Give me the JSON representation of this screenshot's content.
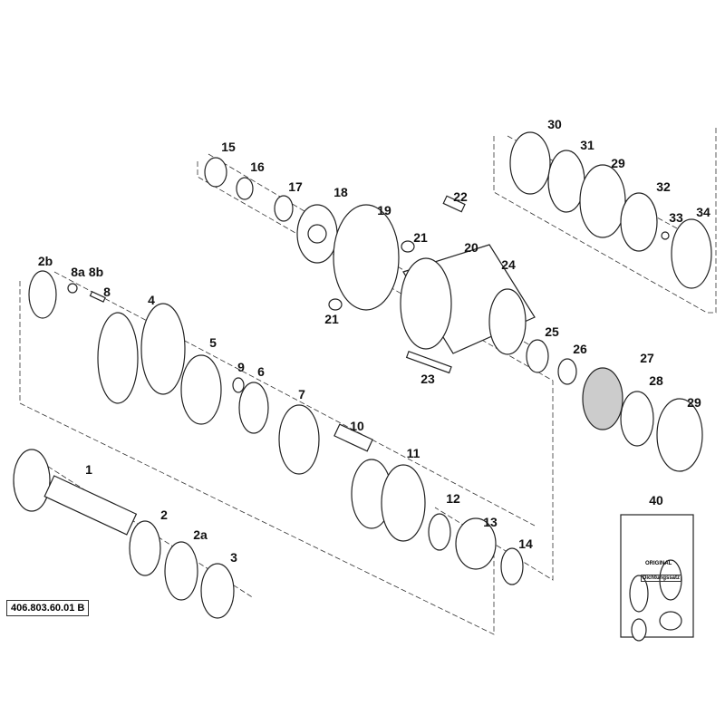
{
  "drawing_code": "406.803.60.01 B",
  "kit": {
    "number": "40",
    "brand": "ORIGINAL",
    "name": "Dichtungssatz"
  },
  "labels": [
    {
      "id": "15"
    },
    {
      "id": "16"
    },
    {
      "id": "17"
    },
    {
      "id": "18"
    },
    {
      "id": "19"
    },
    {
      "id": "22"
    },
    {
      "id": "21"
    },
    {
      "id": "20"
    },
    {
      "id": "24"
    },
    {
      "id": "21"
    },
    {
      "id": "23"
    },
    {
      "id": "25"
    },
    {
      "id": "26"
    },
    {
      "id": "27"
    },
    {
      "id": "28"
    },
    {
      "id": "29"
    },
    {
      "id": "30"
    },
    {
      "id": "31"
    },
    {
      "id": "29"
    },
    {
      "id": "32"
    },
    {
      "id": "33"
    },
    {
      "id": "34"
    },
    {
      "id": "2b"
    },
    {
      "id": "8a"
    },
    {
      "id": "8b"
    },
    {
      "id": "8"
    },
    {
      "id": "4"
    },
    {
      "id": "5"
    },
    {
      "id": "9"
    },
    {
      "id": "6"
    },
    {
      "id": "7"
    },
    {
      "id": "10"
    },
    {
      "id": "11"
    },
    {
      "id": "1"
    },
    {
      "id": "2"
    },
    {
      "id": "2a"
    },
    {
      "id": "3"
    },
    {
      "id": "12"
    },
    {
      "id": "13"
    },
    {
      "id": "14"
    }
  ]
}
